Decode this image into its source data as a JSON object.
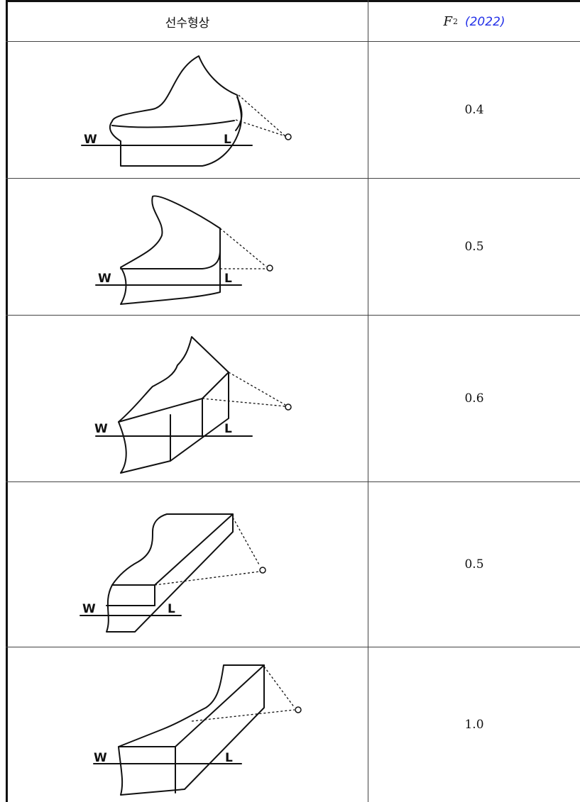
{
  "table": {
    "header": {
      "shape_label": "선수형상",
      "factor_symbol": "F",
      "factor_subscript": "2",
      "factor_year": "(2022)"
    },
    "rows": [
      {
        "value": "0.4",
        "waterline_label": "W",
        "length_label": "L"
      },
      {
        "value": "0.5",
        "waterline_label": "W",
        "length_label": "L"
      },
      {
        "value": "0.6",
        "waterline_label": "W",
        "length_label": "L"
      },
      {
        "value": "0.5",
        "waterline_label": "W",
        "length_label": "L"
      },
      {
        "value": "1.0",
        "waterline_label": "W",
        "length_label": "L"
      }
    ]
  },
  "colors": {
    "year_accent": "#2431e8",
    "lines": "#111111"
  }
}
